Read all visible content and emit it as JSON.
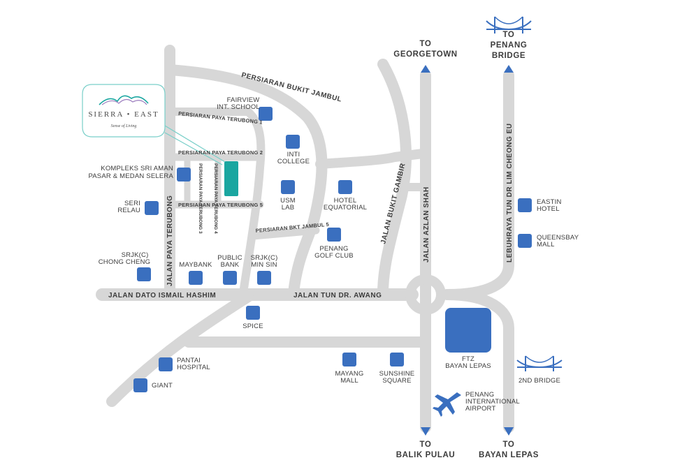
{
  "colors": {
    "road": "#d7d7d7",
    "poi": "#3a6fbf",
    "project": "#1aa6a0",
    "text": "#3c3c3c"
  },
  "logo": {
    "name": "SIERRA • EAST",
    "tagline": "Sense of Living"
  },
  "roads": {
    "persiaran_bukit_jambul": "PERSIARAN BUKIT JAMBUL",
    "paya_terubong_1": "PERSIARAN PAYA TERUBONG 1",
    "paya_terubong_2": "PERSIARAN PAYA TERUBONG 2",
    "paya_terubong_3": "PERSIARAN PAYA TERUBONG 3",
    "paya_terubong_4": "PERSIARAN PAYA TERUBONG 4",
    "paya_terubong_5": "PERSIARAN PAYA TERUBONG 5",
    "bkt_jambul_5": "PERSIARAN BKT JAMBUL 5",
    "jalan_paya_terubong": "JALAN PAYA TERUBONG",
    "jalan_dato_ismail_hashim": "JALAN DATO ISMAIL HASHIM",
    "jalan_tun_dr_awang": "JALAN TUN DR. AWANG",
    "jalan_bukit_gambir": "JALAN BUKIT GAMBIR",
    "jalan_azlan_shah": "JALAN AZLAN SHAH",
    "lebuhraya": "LEBUHRAYA TUN DR LIM CHEONG EU"
  },
  "directions": {
    "georgetown": [
      "TO",
      "GEORGETOWN"
    ],
    "penang_bridge": [
      "TO",
      "PENANG",
      "BRIDGE"
    ],
    "balik_pulau": [
      "TO",
      "BALIK PULAU"
    ],
    "bayan_lepas": [
      "TO",
      "BAYAN LEPAS"
    ]
  },
  "pois": {
    "fairview": [
      "FAIRVIEW",
      "INT. SCHOOL"
    ],
    "inti": [
      "INTI",
      "COLLEGE"
    ],
    "kompleks": [
      "KOMPLEKS SRI AMAN",
      "PASAR & MEDAN SELERA"
    ],
    "seri_relau": [
      "SERI",
      "RELAU"
    ],
    "usm": [
      "USM",
      "LAB"
    ],
    "hotel_equatorial": [
      "HOTEL",
      "EQUATORIAL"
    ],
    "penang_golf": [
      "PENANG",
      "GOLF CLUB"
    ],
    "srjk_chong_cheng": [
      "SRJK(C)",
      "CHONG CHENG"
    ],
    "maybank": [
      "MAYBANK"
    ],
    "public_bank": [
      "PUBLIC",
      "BANK"
    ],
    "srjk_min_sin": [
      "SRJK(C)",
      "MIN SIN"
    ],
    "spice": [
      "SPICE"
    ],
    "pantai": [
      "PANTAI",
      "HOSPITAL"
    ],
    "giant": [
      "GIANT"
    ],
    "mayang": [
      "MAYANG",
      "MALL"
    ],
    "sunshine": [
      "SUNSHINE",
      "SQUARE"
    ],
    "ftz": [
      "FTZ",
      "BAYAN LEPAS"
    ],
    "airport": [
      "PENANG",
      "INTERNATIONAL",
      "AIRPORT"
    ],
    "eastin": [
      "EASTIN",
      "HOTEL"
    ],
    "queensbay": [
      "QUEENSBAY",
      "MALL"
    ],
    "second_bridge": [
      "2ND BRIDGE"
    ]
  }
}
